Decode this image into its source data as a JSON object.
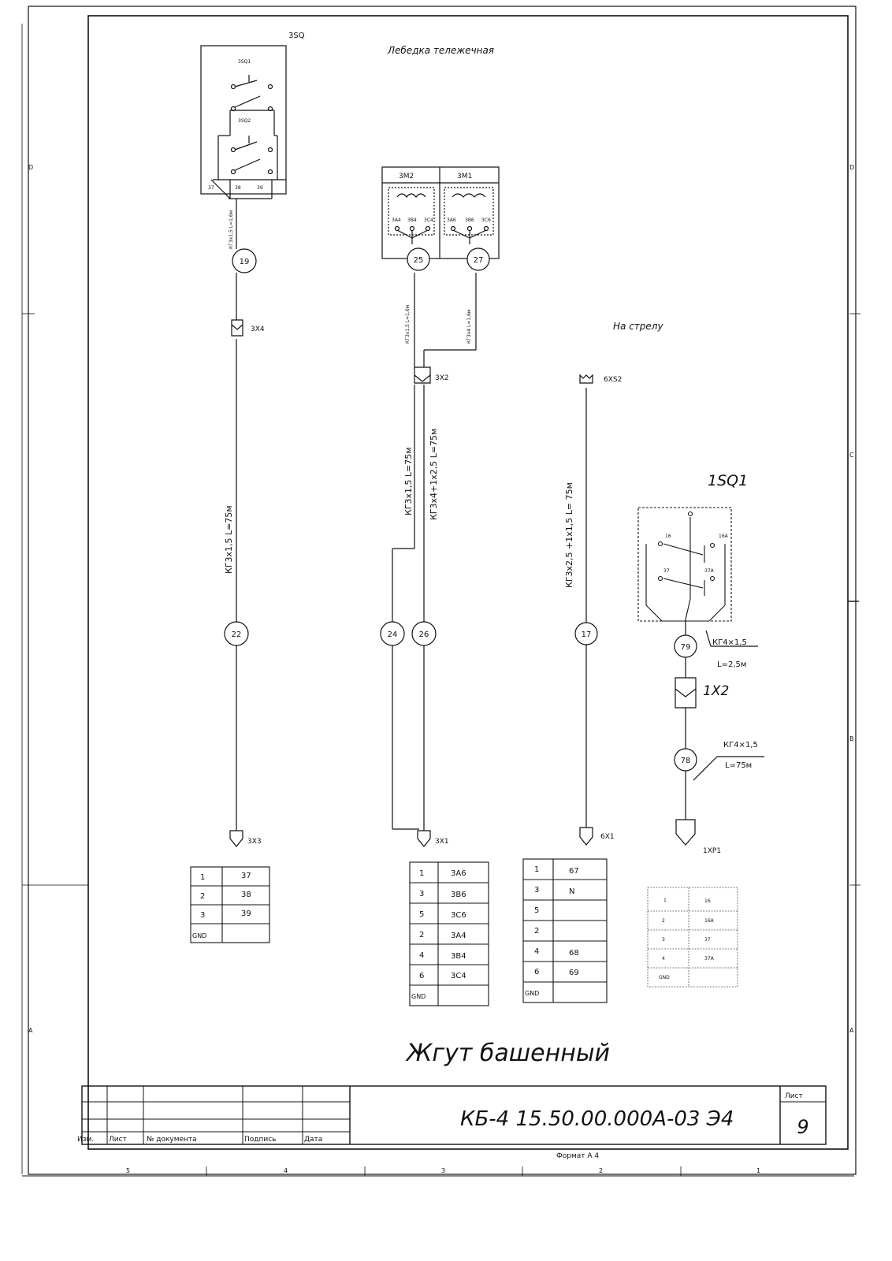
{
  "header": {
    "sheet_ref": "3SQ",
    "title": "Лебедка тележечная",
    "to_boom": "На стрелу"
  },
  "switch_3sq": {
    "sq1": "3SQ1",
    "sq2": "3SQ2",
    "pins": [
      "37",
      "38",
      "39"
    ]
  },
  "motors": {
    "m2": {
      "label": "3M2",
      "terms": [
        "3A4",
        "3B4",
        "3C4"
      ]
    },
    "m1": {
      "label": "3M1",
      "terms": [
        "3A6",
        "3B6",
        "3C6"
      ]
    }
  },
  "connectors": {
    "x4": "3X4",
    "x2": "3X2",
    "xs2": "6XS2",
    "x3": "3X3",
    "x1": "3X1",
    "x6": "6X1",
    "x1x2": "1X2",
    "xp1": "1XP1"
  },
  "cables": {
    "c19": "КГ3х1,5 L=1,6м",
    "c25": "КГ3х1,5 L=1,6м",
    "c27": "КГ3х4 L=1,6м",
    "c22": "КГ3х1,5 L=75м",
    "c24": "КГ3х1,5 L=75м",
    "c26": "КГ3х4+1х2,5 L=75м",
    "c17": "КГ3х2,5 +1х1,5 L= 75м",
    "c79a": "КГ4×1,5",
    "c79b": "L=2,5м",
    "c78a": "КГ4×1,5",
    "c78b": "L=75м"
  },
  "markers": {
    "m19": "19",
    "m25": "25",
    "m27": "27",
    "m22": "22",
    "m24": "24",
    "m26": "26",
    "m17": "17",
    "m79": "79",
    "m78": "78"
  },
  "switch_1sq1": {
    "label": "1SQ1",
    "t1": "16",
    "t2": "16А",
    "t3": "37",
    "t4": "37А"
  },
  "table_3x3": [
    [
      "1",
      "37"
    ],
    [
      "2",
      "38"
    ],
    [
      "3",
      "39"
    ],
    [
      "GND",
      ""
    ]
  ],
  "table_3x1": [
    [
      "1",
      "3A6"
    ],
    [
      "3",
      "3B6"
    ],
    [
      "5",
      "3C6"
    ],
    [
      "2",
      "3A4"
    ],
    [
      "4",
      "3B4"
    ],
    [
      "6",
      "3C4"
    ],
    [
      "GND",
      ""
    ]
  ],
  "table_6x1": [
    [
      "1",
      "67"
    ],
    [
      "3",
      "N"
    ],
    [
      "5",
      ""
    ],
    [
      "2",
      ""
    ],
    [
      "4",
      "68"
    ],
    [
      "6",
      "69"
    ],
    [
      "GND",
      ""
    ]
  ],
  "table_1xp1": [
    [
      "1",
      "16"
    ],
    [
      "2",
      "16А"
    ],
    [
      "3",
      "37"
    ],
    [
      "4",
      "37А"
    ],
    [
      "GND",
      ""
    ]
  ],
  "drawing_title": "Жгут башенный",
  "title_block": {
    "doc_code": "КБ-4 15.50.00.000А-03 Э4",
    "sheet_label": "Лист",
    "sheet_num": "9",
    "col_izm": "Изм.",
    "col_list": "Лист",
    "col_doc": "№ документа",
    "col_sign": "Подпись",
    "col_date": "Дата",
    "format": "Формат А 4"
  },
  "zones": {
    "z5": "5",
    "z4": "4",
    "z3": "3",
    "z2": "2",
    "z1": "1",
    "rD": "D",
    "rC": "C",
    "rB": "B",
    "rA": "A",
    "lD": "D",
    "lA": "A"
  }
}
